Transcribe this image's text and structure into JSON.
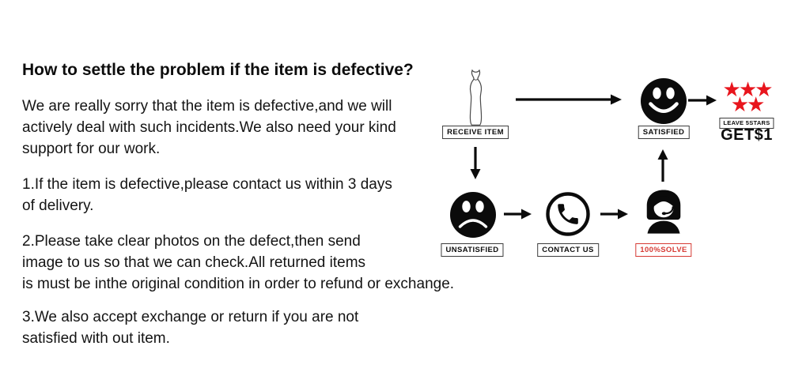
{
  "article": {
    "title": "How to settle the problem if the item is defective?",
    "intro": "We are really sorry that the item is defective,and we will\nactively deal with such incidents.We also need your kind\nsupport for our work.",
    "points": [
      "1.If the item is defective,please contact us within 3 days\nof delivery.",
      "2.Please take clear photos on the defect,then send\nimage to us so that we can check.All returned items\nis must be inthe original condition in order to refund or exchange.",
      "3.We also accept exchange or return if you are not\nsatisfied with out item."
    ]
  },
  "flowchart": {
    "receive": {
      "label": "RECEIVE ITEM",
      "icon": "dress-icon"
    },
    "satisfied": {
      "label": "SATISFIED",
      "icon": "smiley-face-icon"
    },
    "reward": {
      "label": "LEAVE 5STARS",
      "bonus": "GET$1",
      "icon": "five-stars-icon",
      "stars_row1": "★★★",
      "stars_row2": "★★"
    },
    "unsatisfied": {
      "label": "UNSATISFIED",
      "icon": "sad-face-icon"
    },
    "contact": {
      "label": "CONTACT US",
      "icon": "phone-icon"
    },
    "solve": {
      "label": "100%SOLVE",
      "icon": "support-agent-icon"
    }
  },
  "colors": {
    "star_red": "#e8151d",
    "solve_red": "#d63a34",
    "ink": "#0b0b0b"
  }
}
